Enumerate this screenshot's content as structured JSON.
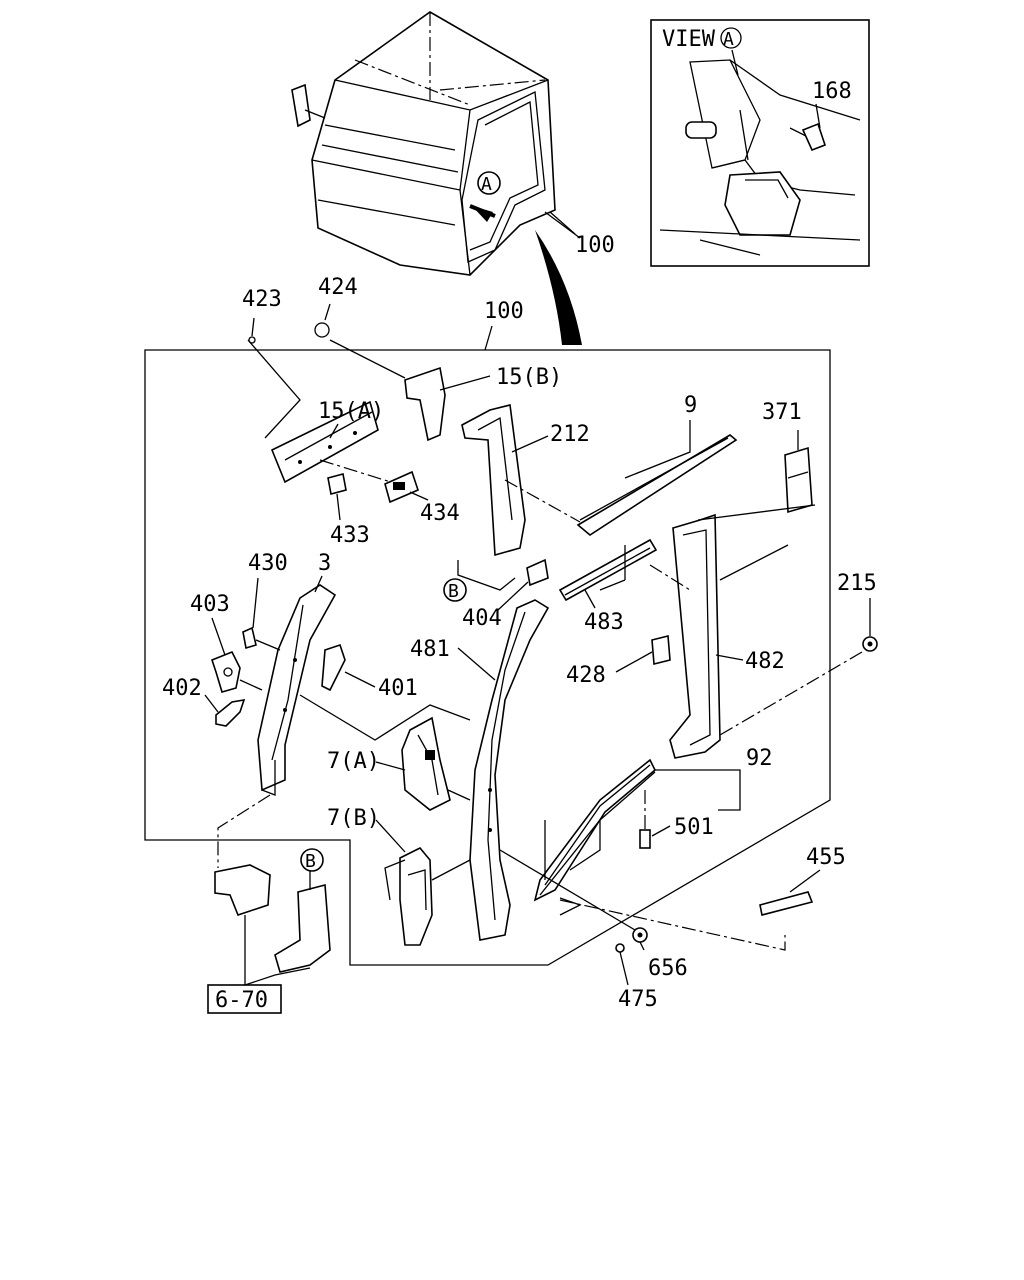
{
  "view": {
    "label": "VIEW",
    "marker": "A"
  },
  "callouts": {
    "p168": "168",
    "p100a": "100",
    "p100b": "100",
    "p423": "423",
    "p424": "424",
    "p15a": "15(A)",
    "p15b": "15(B)",
    "p212": "212",
    "p9": "9",
    "p371": "371",
    "p433": "433",
    "p434": "434",
    "p430": "430",
    "p3": "3",
    "p403": "403",
    "p401": "401",
    "p402": "402",
    "p404": "404",
    "p483": "483",
    "p215": "215",
    "p481": "481",
    "p428": "428",
    "p482": "482",
    "p7a": "7(A)",
    "p92": "92",
    "p501": "501",
    "p7b": "7(B)",
    "p455": "455",
    "p656": "656",
    "p475": "475"
  },
  "markers": {
    "a_cab": "A",
    "b_left": "B",
    "b_bottom": "B"
  },
  "ref_box": "6-70"
}
